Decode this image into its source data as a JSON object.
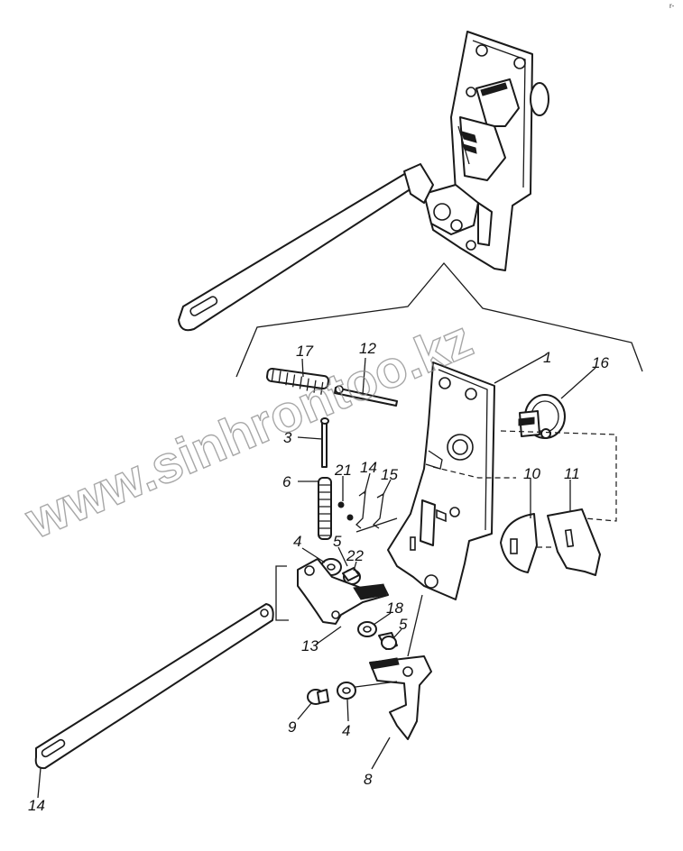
{
  "watermark": "www.sinhrontoo.kz",
  "corner_mark": "r-",
  "callouts": {
    "p1": "1",
    "p16": "16",
    "p17": "17",
    "p12": "12",
    "p3": "3",
    "p6": "6",
    "p21": "21",
    "p14a": "14",
    "p15": "15",
    "p10": "10",
    "p11": "11",
    "p4a": "4",
    "p5a": "5",
    "p22": "22",
    "p13": "13",
    "p18": "18",
    "p5b": "5",
    "p9": "9",
    "p4b": "4",
    "p8": "8",
    "p14b": "14"
  }
}
